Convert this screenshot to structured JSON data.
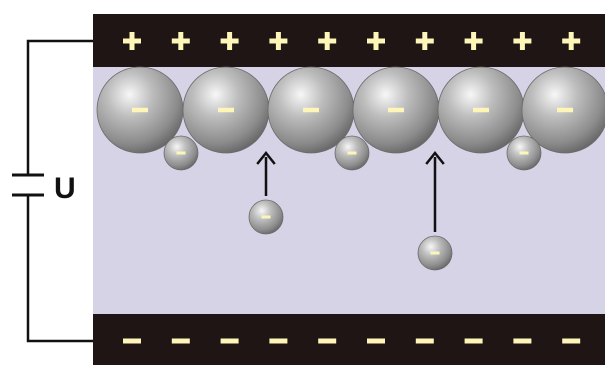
{
  "circuit": {
    "voltage_label": "U",
    "wire_color": "#111111"
  },
  "electrodes": {
    "color": "#1e1514",
    "sign_color": "#fdf6b8",
    "top": {
      "polarity": "positive",
      "sign": "+",
      "count": 10
    },
    "bottom": {
      "polarity": "negative",
      "sign": "-",
      "count": 10
    }
  },
  "electrolyte": {
    "color": "#d6d3e6"
  },
  "ions": {
    "large_adsorbed": {
      "charge_sign": "-",
      "count": 6
    },
    "small_adsorbed": {
      "charge_sign": "-",
      "count": 3
    },
    "migrating": {
      "charge_sign": "-",
      "count": 2,
      "arrow_direction": "up"
    }
  }
}
